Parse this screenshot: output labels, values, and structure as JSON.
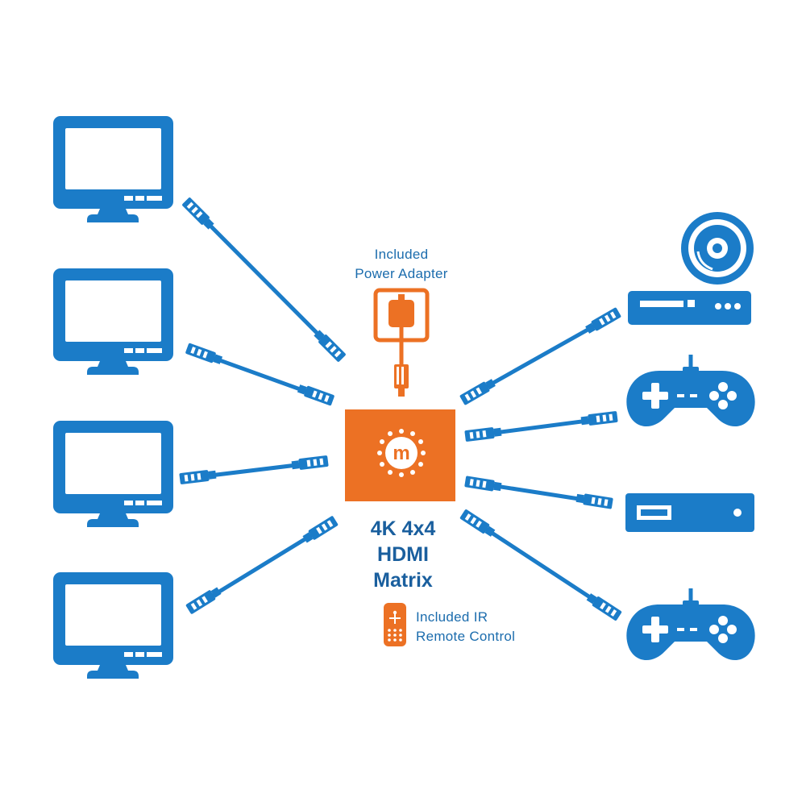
{
  "colors": {
    "device_blue": "#1b7cc8",
    "text_blue": "#1b6cad",
    "accent_orange": "#ec7124",
    "background": "#ffffff"
  },
  "power_adapter": {
    "label_line1": "Included",
    "label_line2": "Power Adapter",
    "icon": "power-adapter-icon"
  },
  "matrix": {
    "title_line1": "4K 4x4",
    "title_line2": "HDMI",
    "title_line3": "Matrix",
    "logo_letter": "m"
  },
  "remote": {
    "label_line1": "Included IR",
    "label_line2": "Remote Control",
    "icon": "ir-remote-icon"
  },
  "outputs": [
    {
      "type": "monitor",
      "icon": "monitor-icon"
    },
    {
      "type": "monitor",
      "icon": "monitor-icon"
    },
    {
      "type": "monitor",
      "icon": "monitor-icon"
    },
    {
      "type": "monitor",
      "icon": "monitor-icon"
    }
  ],
  "inputs": [
    {
      "type": "blu-ray-player",
      "icon": "disc-player-icon"
    },
    {
      "type": "game-controller",
      "icon": "gamepad-icon"
    },
    {
      "type": "set-top-box",
      "icon": "set-top-box-icon"
    },
    {
      "type": "game-controller",
      "icon": "gamepad-icon"
    }
  ]
}
